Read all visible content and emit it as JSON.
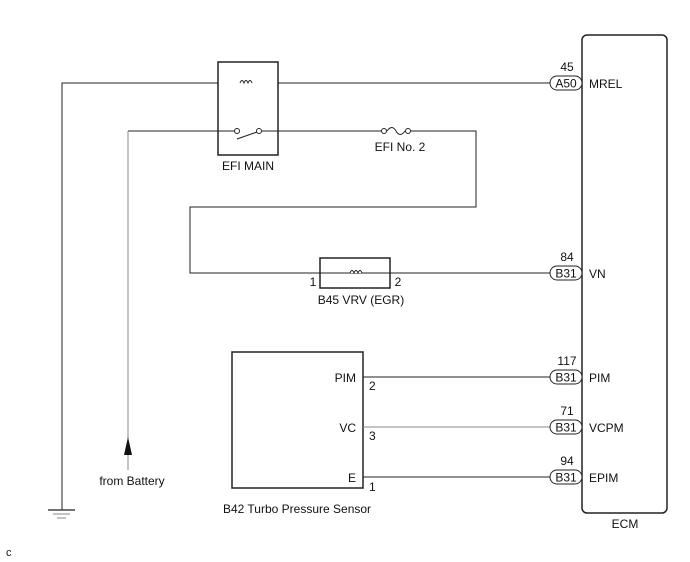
{
  "diagram": {
    "ecm": {
      "label": "ECM"
    },
    "efi_main": {
      "label": "EFI MAIN"
    },
    "efi_no2": {
      "label": "EFI No. 2"
    },
    "vrv": {
      "label": "B45 VRV (EGR)",
      "pin_in": "1",
      "pin_out": "2"
    },
    "sensor": {
      "label": "B42 Turbo Pressure Sensor",
      "terminals": [
        {
          "name": "PIM",
          "pin": "2"
        },
        {
          "name": "VC",
          "pin": "3"
        },
        {
          "name": "E",
          "pin": "1"
        }
      ]
    },
    "battery": {
      "label": "from Battery"
    },
    "ecm_terminals": [
      {
        "connector": "A50",
        "pin": "45",
        "name": "MREL"
      },
      {
        "connector": "B31",
        "pin": "84",
        "name": "VN"
      },
      {
        "connector": "B31",
        "pin": "117",
        "name": "PIM"
      },
      {
        "connector": "B31",
        "pin": "71",
        "name": "VCPM"
      },
      {
        "connector": "B31",
        "pin": "94",
        "name": "EPIM"
      }
    ],
    "corner_mark": "c"
  }
}
